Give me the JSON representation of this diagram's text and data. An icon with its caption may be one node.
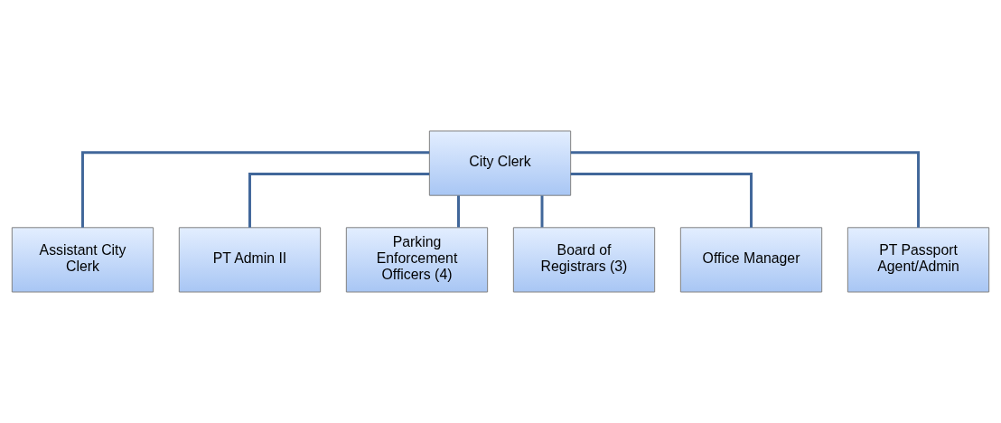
{
  "diagram": {
    "nodes": [
      {
        "text": [
          "City Clerk"
        ]
      },
      {
        "text": [
          "Assistant City Clerk"
        ]
      },
      {
        "text": [
          "PT Admin II"
        ]
      },
      {
        "text": [
          "Parking Enforcement Officers (4)"
        ]
      },
      {
        "text": [
          "Board of Registrars (3)"
        ]
      },
      {
        "text": [
          "Office Manager"
        ]
      },
      {
        "text": [
          "PT Passport Agent/Admin"
        ]
      }
    ],
    "edges": [
      {
        "from": 0,
        "to": 1,
        "arrow": "none"
      },
      {
        "from": 0,
        "to": 2,
        "arrow": "none"
      },
      {
        "from": 0,
        "to": 3,
        "arrow": "none"
      },
      {
        "from": 0,
        "to": 4,
        "arrow": "none"
      },
      {
        "from": 0,
        "to": 5,
        "arrow": "none"
      },
      {
        "from": 0,
        "to": 6,
        "arrow": "none"
      }
    ]
  }
}
